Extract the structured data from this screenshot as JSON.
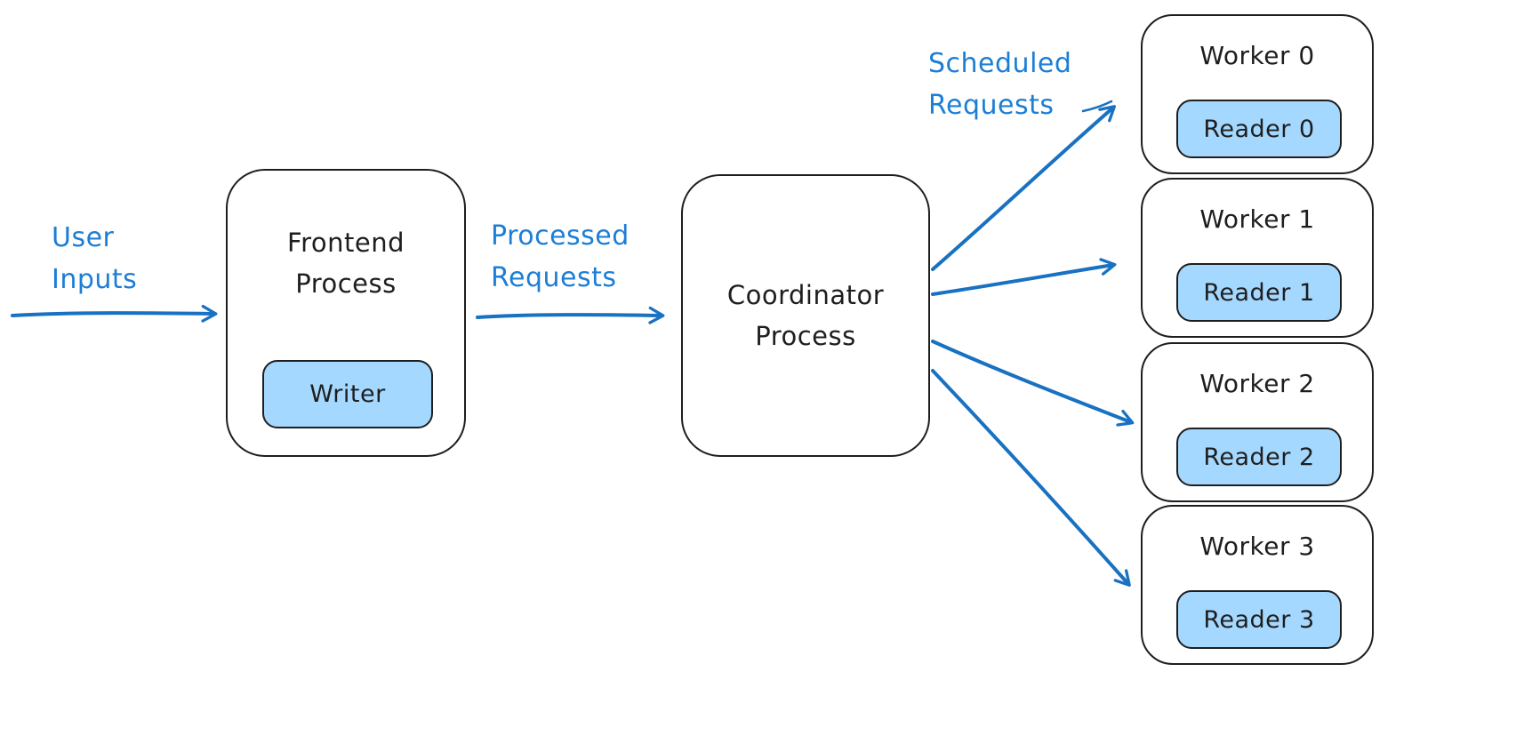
{
  "colors": {
    "arrow_blue": "#1971c2",
    "label_blue": "#1c7ed6",
    "fill_blue": "#a5d8ff",
    "stroke_dark": "#1e1e1e",
    "background": "#ffffff"
  },
  "labels": {
    "user_inputs": "User\nInputs",
    "processed_requests": "Processed\nRequests",
    "scheduled_requests": "Scheduled\nRequests"
  },
  "nodes": {
    "frontend": {
      "title": "Frontend\nProcess",
      "chip": "Writer"
    },
    "coordinator": {
      "title": "Coordinator\nProcess"
    }
  },
  "workers": [
    {
      "title": "Worker 0",
      "chip": "Reader 0"
    },
    {
      "title": "Worker 1",
      "chip": "Reader 1"
    },
    {
      "title": "Worker 2",
      "chip": "Reader 2"
    },
    {
      "title": "Worker 3",
      "chip": "Reader 3"
    }
  ]
}
